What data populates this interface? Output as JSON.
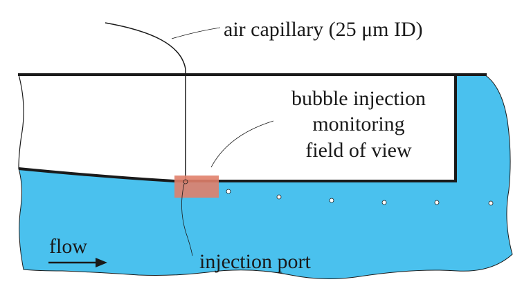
{
  "labels": {
    "air_capillary": "air capillary (25 μm ID)",
    "monitoring_line1": "bubble injection",
    "monitoring_line2": "monitoring",
    "monitoring_line3": "field of view",
    "flow": "flow",
    "injection_port": "injection port"
  },
  "colors": {
    "fluid": "#4ac1ee",
    "wall": "#1a1a1a",
    "monitor_window": "#e0806a",
    "bubble_fill": "#ffffff"
  }
}
